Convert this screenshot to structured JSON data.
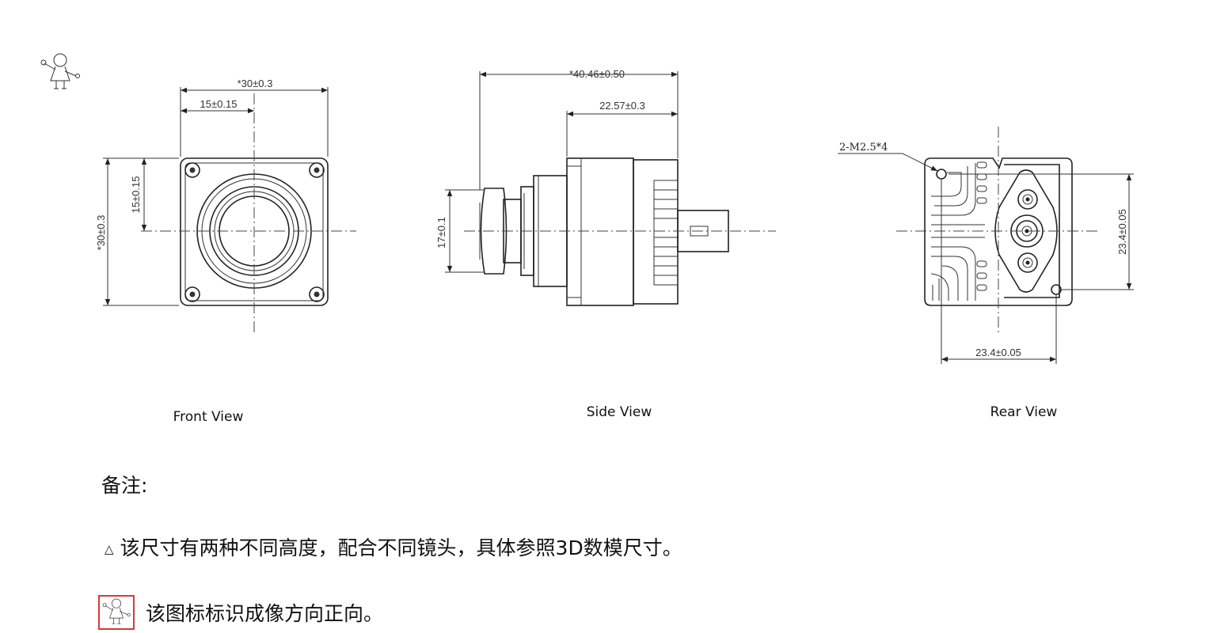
{
  "drawing": {
    "front_view": {
      "label": "Front View",
      "dims": {
        "width_overall": "*30±0.3",
        "width_half": "15±0.15",
        "height_overall": "*30±0.3",
        "height_half": "15±0.15"
      }
    },
    "side_view": {
      "label": "Side View",
      "dims": {
        "length_overall": "*40.46±0.50",
        "body_length": "22.57±0.3",
        "lens_diameter": "17±0.1"
      }
    },
    "rear_view": {
      "label": "Rear View",
      "dims": {
        "thread_callout": "2-M2.5*4",
        "hole_vertical": "23.4±0.05",
        "hole_horizontal": "23.4±0.05"
      }
    }
  },
  "notes": {
    "heading": "备注:",
    "triangle_marker": "△",
    "line1": "该尺寸有两种不同高度，配合不同镜头，具体参照3D数模尺寸。",
    "line2": "该图标标识成像方向正向。"
  }
}
